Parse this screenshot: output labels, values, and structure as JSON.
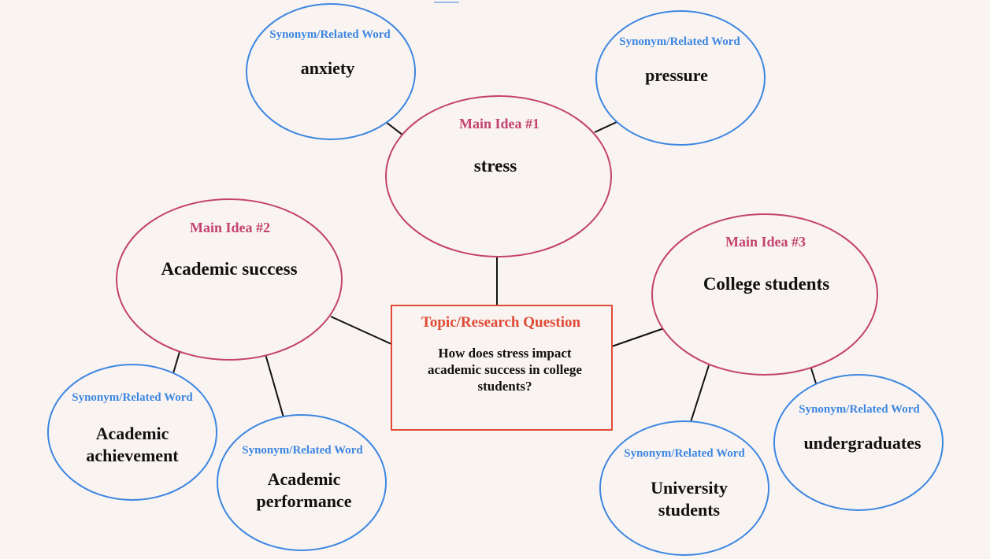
{
  "colors": {
    "synonym": "#3d86e0",
    "main": "#c4426f",
    "topic": "#e04a35",
    "background": "#f9f4f2"
  },
  "topic": {
    "label": "Topic/Research Question",
    "question": "How does stress impact academic success in college students?"
  },
  "main_ideas": [
    {
      "label": "Main Idea #1",
      "word": "stress"
    },
    {
      "label": "Main Idea #2",
      "word": "Academic success"
    },
    {
      "label": "Main Idea #3",
      "word": "College students"
    }
  ],
  "synonyms": [
    {
      "label": "Synonym/Related Word",
      "word": "anxiety"
    },
    {
      "label": "Synonym/Related Word",
      "word": "pressure"
    },
    {
      "label": "Synonym/Related Word",
      "word": "Academic achievement"
    },
    {
      "label": "Synonym/Related Word",
      "word": "Academic performance"
    },
    {
      "label": "Synonym/Related Word",
      "word": "University students"
    },
    {
      "label": "Synonym/Related Word",
      "word": "undergraduates"
    }
  ]
}
